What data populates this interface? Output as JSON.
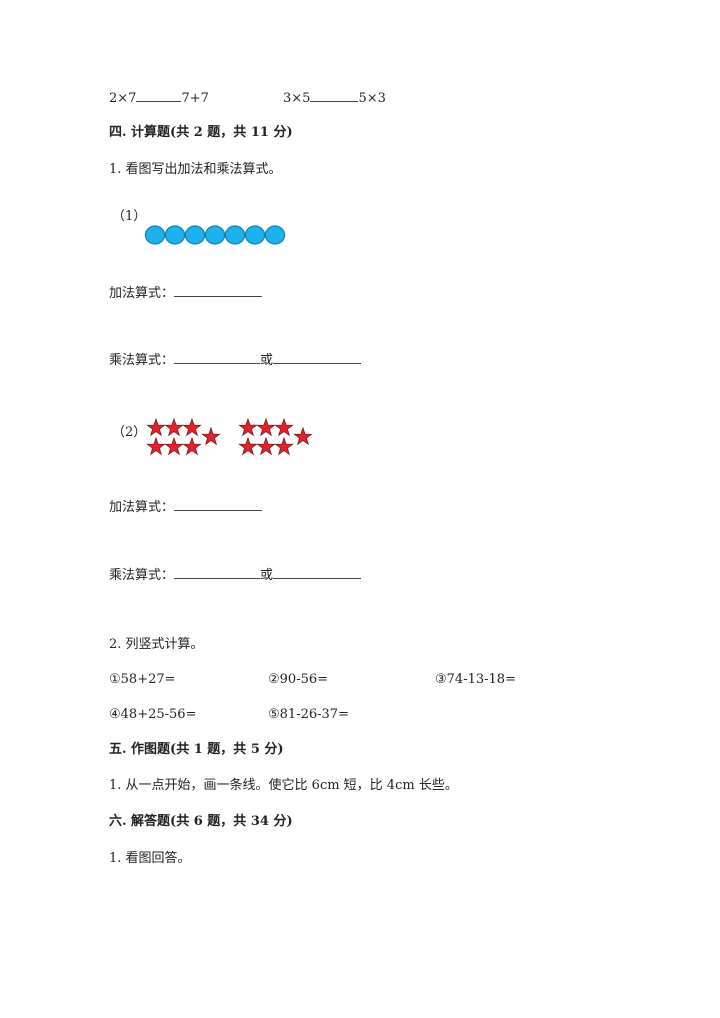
{
  "compare": {
    "item1_left": "2×7",
    "item1_right": "7+7",
    "item2_left": "3×5",
    "item2_right": "5×3"
  },
  "section4": {
    "heading": "四. 计算题(共 2 题，共 11 分)",
    "q1": {
      "prompt": "1. 看图写出加法和乘法算式。",
      "part1": {
        "label": "（1）",
        "circle_count": 7,
        "circle_color": "#1ab2ef",
        "addition_label": "加法算式：",
        "multiplication_label": "乘法算式：",
        "or_label": "或"
      },
      "part2": {
        "label": "（2）",
        "star_groups": 2,
        "stars_per_group": 7,
        "star_color": "#e8202a",
        "addition_label": "加法算式：",
        "multiplication_label": "乘法算式：",
        "or_label": "或"
      }
    },
    "q2": {
      "prompt": "2. 列竖式计算。",
      "items": [
        "①58+27=",
        "②90-56=",
        "③74-13-18=",
        "④48+25-56=",
        "⑤81-26-37="
      ]
    }
  },
  "section5": {
    "heading": "五. 作图题(共 1 题，共 5 分)",
    "q1": "1. 从一点开始，画一条线。使它比 6cm 短，比 4cm 长些。"
  },
  "section6": {
    "heading": "六. 解答题(共 6 题，共 34 分)",
    "q1": "1. 看图回答。"
  }
}
